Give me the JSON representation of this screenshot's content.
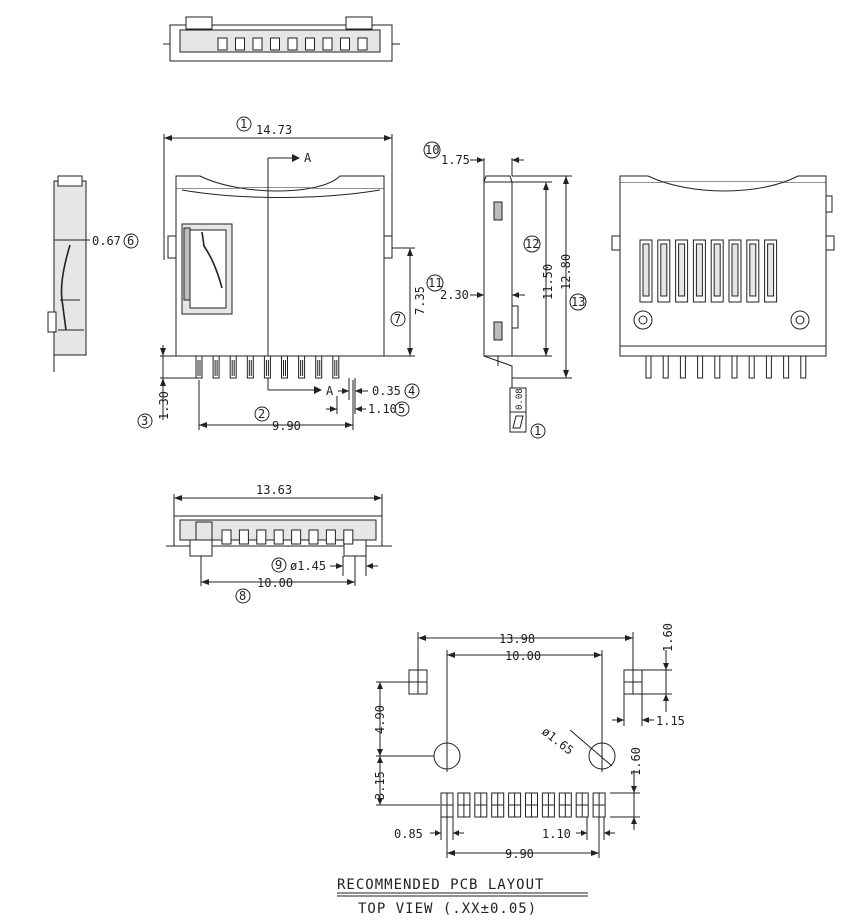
{
  "views": {
    "front": {
      "width": "14.73",
      "section_a_top": "A",
      "section_a_bottom": "A",
      "height_left": "7.35",
      "pin_dim": "0.35",
      "pin_pitch": "1.10",
      "pin_span": "9.90",
      "lead_length": "1.30"
    },
    "left": {
      "thickness": "0.67"
    },
    "side": {
      "offset_top": "1.75",
      "offset_mid": "2.30",
      "height_inner": "11.50",
      "height_outer": "12.80",
      "flatness": "0.08"
    },
    "bottom": {
      "width": "13.63",
      "hole_dia": "ø1.45",
      "hole_span": "10.00"
    }
  },
  "balloons": {
    "b1": "1",
    "b2": "2",
    "b3": "3",
    "b4": "4",
    "b5": "5",
    "b6": "6",
    "b7": "7",
    "b8": "8",
    "b9": "9",
    "b10": "10",
    "b11": "11",
    "b12": "12",
    "b13": "13"
  },
  "pcb_layout": {
    "width_outer": "13.98",
    "width_holes": "10.00",
    "pad_h": "1.60",
    "pad_w": "1.15",
    "hole_dia": "ø1.65",
    "pad_h2": "1.60",
    "v_dim1": "4.90",
    "v_dim2": "3.15",
    "pad_width": "0.85",
    "pad_pitch": "1.10",
    "pad_span": "9.90",
    "title": "RECOMMENDED PCB LAYOUT",
    "subtitle": "TOP VIEW (.XX±0.05)"
  }
}
